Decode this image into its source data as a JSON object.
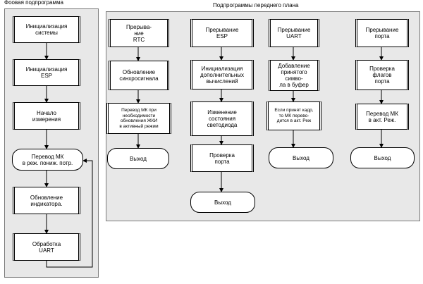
{
  "background": {
    "title": "Фоовая подпрограмма",
    "steps": [
      "Инициализация\nсистемы",
      "Инициализация\nESP",
      "Начало\nизмерения",
      "Перевод МК\nв реж. пониж. потр.",
      "Обновление\nиндикатора.",
      "Обработка\nUART"
    ]
  },
  "foreground": {
    "title": "Подпрограммы переднего плана",
    "columns": [
      {
        "header": "Прерыва-\nние\nRTC",
        "steps": [
          "Обновление\nсинхросигнала",
          "Перевод МК при\nнеобходимости\nобновления ЖКИ\nв активный режим"
        ],
        "exit": "Выход"
      },
      {
        "header": "Прерывание\nESP",
        "steps": [
          "Инициализация\nдополнительных\nвычислений",
          "Изменение\nсостояния\nсветодиода",
          "Проверка\nпорта"
        ],
        "exit": "Выход"
      },
      {
        "header": "Прерывание\nUART",
        "steps": [
          "Добавление\nпринятого симво-\nла в буфер",
          "Если принят кадр,\nто МК перево-\nдится в акт. Реж"
        ],
        "exit": "Выход"
      },
      {
        "header": "Прерывание\nпорта",
        "steps": [
          "Проверка\nфлагов\nпорта",
          "Перевод МК\nв акт. Реж."
        ],
        "exit": "Выход"
      }
    ]
  },
  "colors": {
    "panel": "#e8e8e8",
    "line": "#000000",
    "box": "#ffffff"
  }
}
